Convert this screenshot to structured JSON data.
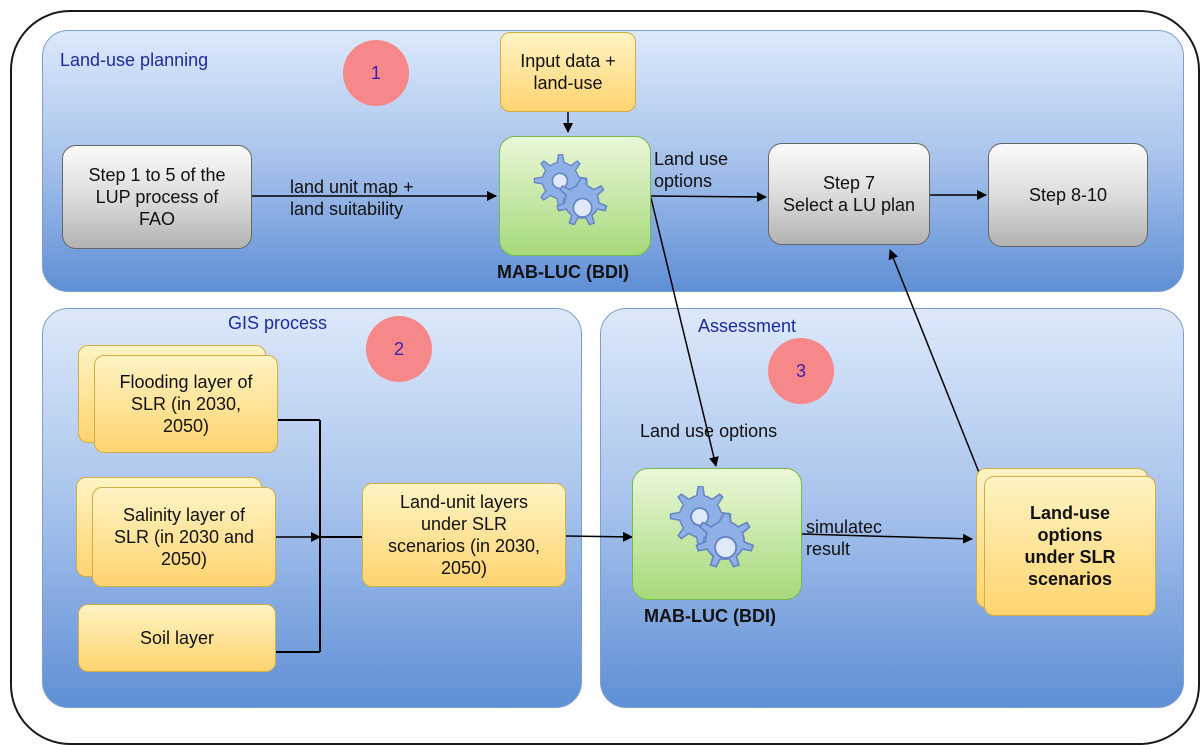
{
  "panels": {
    "land_use_planning": "Land-use planning",
    "gis_process": "GIS process",
    "assessment": "Assessment"
  },
  "badges": {
    "one": "1",
    "two": "2",
    "three": "3"
  },
  "nodes": {
    "step_1_5": "Step 1 to 5 of the\nLUP process of\nFAO",
    "input_data": "Input data +\nland-use",
    "mabluc_top": "MAB-LUC (BDI)",
    "step7": "Step 7\nSelect a LU plan",
    "step8_10": "Step 8-10",
    "flooding_layer": "Flooding layer of\nSLR (in 2030,\n2050)",
    "salinity_layer": "Salinity layer of\nSLR (in 2030 and\n2050)",
    "soil_layer": "Soil layer",
    "land_unit_layers": "Land-unit layers\nunder SLR\nscenarios (in 2030,\n2050)",
    "mabluc_bottom": "MAB-LUC (BDI)",
    "landuse_options_slr": "Land-use\noptions\nunder SLR\nscenarios"
  },
  "edges": {
    "land_unit_map": "land unit map +\nland suitability",
    "land_use_options_top": "Land use\noptions",
    "land_use_options_mid": "Land use options",
    "simulated_result": "simulatec\nresult"
  },
  "colors": {
    "panel_gradient_top": "#dde9fb",
    "panel_gradient_bottom": "#5f8fd6",
    "panel_title": "#1e2a9e",
    "badge_fill": "#f7888a",
    "badge_text": "#3a1fb0",
    "gear_fill": "#a6d97a",
    "gear_icon": "#7f9fd8",
    "yellow_box": "#ffd470",
    "gray_box": "#d9d9d9"
  },
  "icons": {
    "gear": "gear-icon"
  }
}
